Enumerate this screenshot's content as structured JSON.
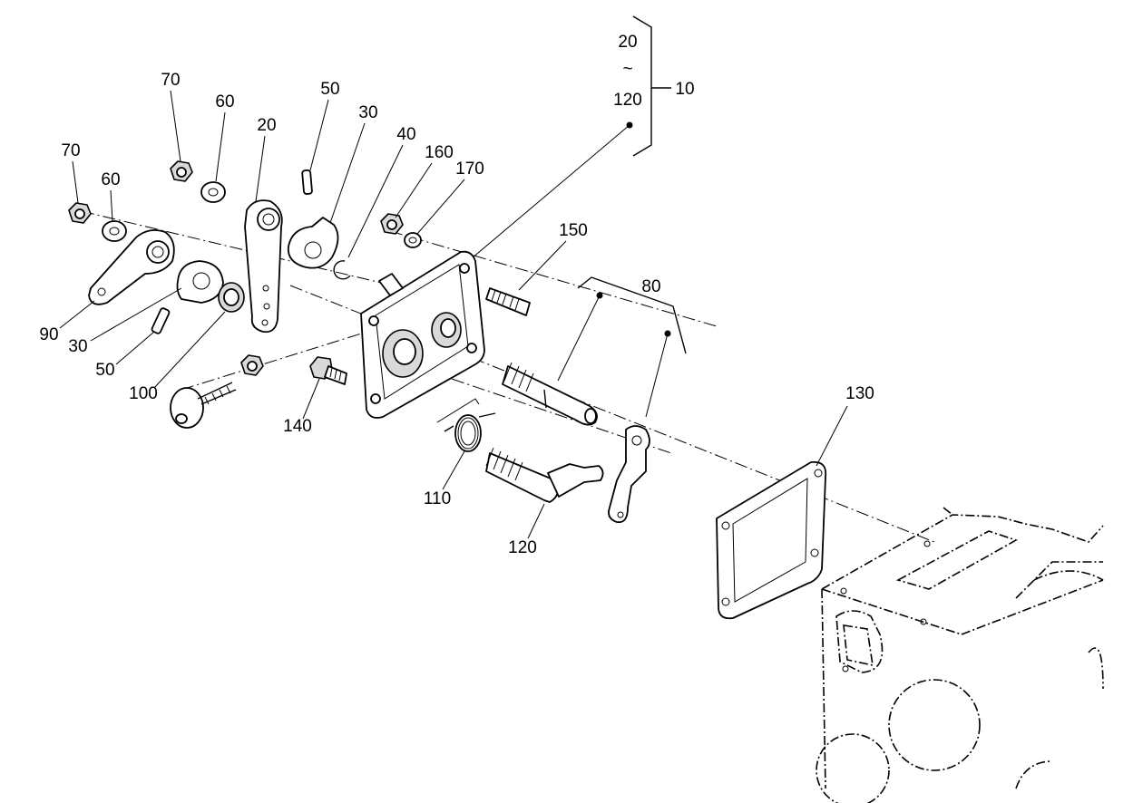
{
  "callouts": {
    "group_top": "20",
    "group_tilde": "~",
    "group_bottom": "120",
    "group_id": "10",
    "nut_70_a": "70",
    "washer_60_a": "60",
    "lever_20": "20",
    "pin_50_a": "50",
    "cam_30_a": "30",
    "clip_40": "40",
    "nut_160": "160",
    "washer_170": "170",
    "nut_70_b": "70",
    "washer_60_b": "60",
    "lever_90": "90",
    "cam_30_b": "30",
    "pin_50_b": "50",
    "seal_100": "100",
    "screw_140": "140",
    "stud_150": "150",
    "group_80": "80",
    "spring_110": "110",
    "shaft_120": "120",
    "gasket_130": "130"
  }
}
